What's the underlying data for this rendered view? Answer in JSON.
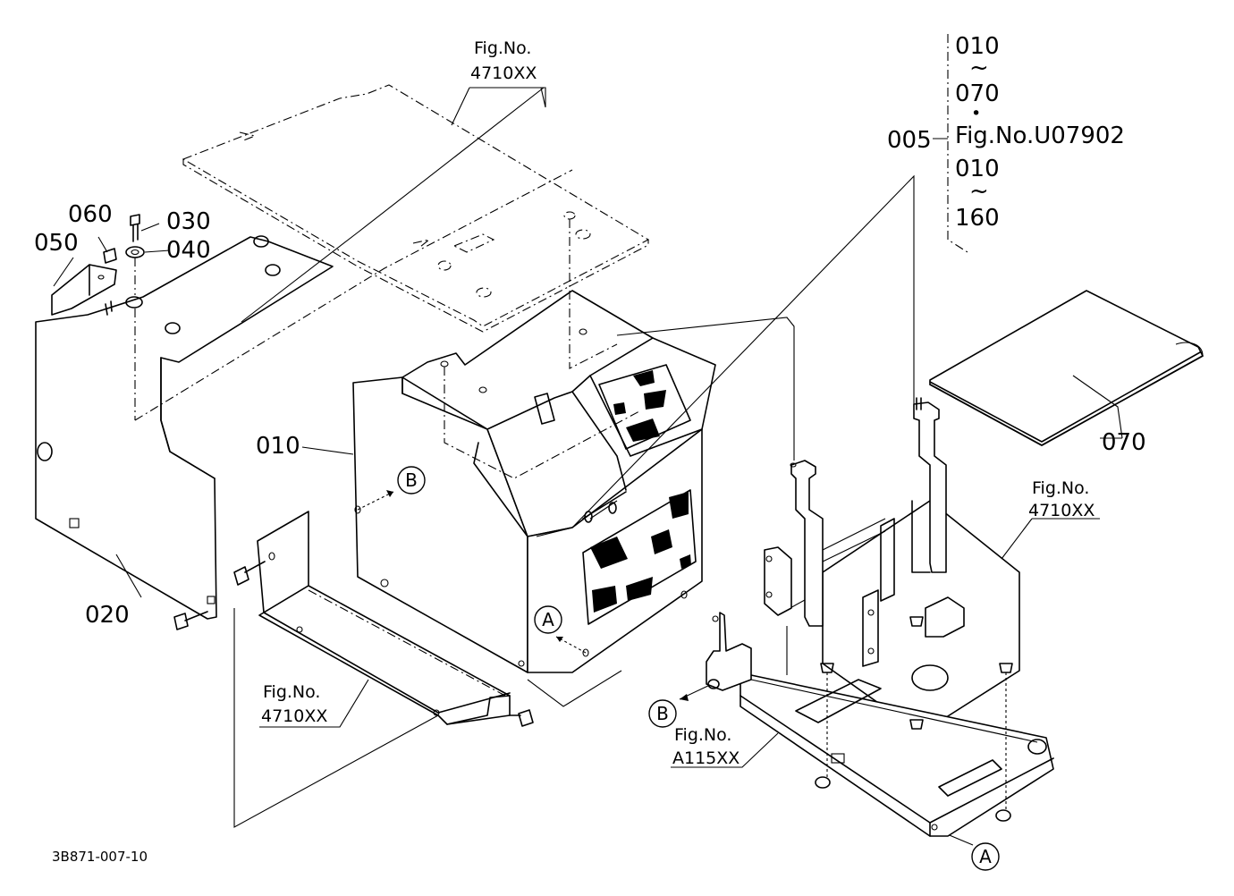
{
  "parts": [
    {
      "id": "p005",
      "text": "005"
    },
    {
      "id": "p010",
      "text": "010"
    },
    {
      "id": "p020",
      "text": "020"
    },
    {
      "id": "p030",
      "text": "030"
    },
    {
      "id": "p040",
      "text": "040"
    },
    {
      "id": "p050",
      "text": "050"
    },
    {
      "id": "p060",
      "text": "060"
    },
    {
      "id": "p070",
      "text": "070"
    }
  ],
  "bracket": {
    "line1": "010",
    "tilde1": "~",
    "line2": "070",
    "bullet": "•",
    "line3": "Fig.No.U07902",
    "line4": "010",
    "tilde2": "~",
    "line5": "160"
  },
  "fig_refs": {
    "top": {
      "line1": "Fig.No.",
      "line2": "4710XX"
    },
    "right": {
      "line1": "Fig.No.",
      "line2": "4710XX"
    },
    "bottom": {
      "line1": "Fig.No.",
      "line2": "4710XX"
    },
    "frame": {
      "line1": "Fig.No.",
      "line2": "A115XX"
    }
  },
  "markers": {
    "a": "A",
    "b": "B"
  },
  "drawing_code": "3B871-007-10"
}
